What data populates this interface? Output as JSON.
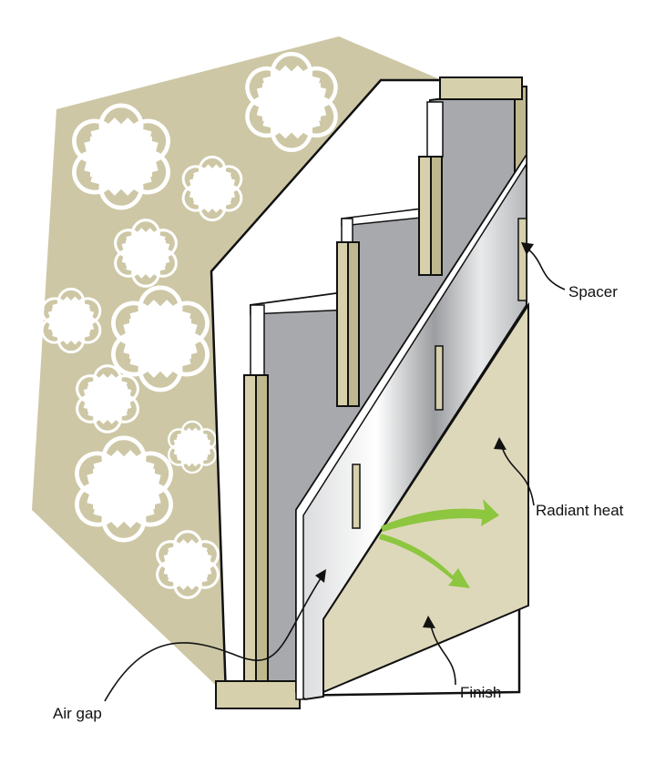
{
  "labels": {
    "spacer": "Spacer",
    "radiant_heat": "Radiant heat",
    "finish": "Finish",
    "air_gap": "Air gap"
  },
  "colors": {
    "exterior": "#cdc7a5",
    "wood": "#d6d0ac",
    "insulation": "#a7a9ac",
    "finish": "#ded8bb",
    "arrow": "#8dc63f"
  }
}
